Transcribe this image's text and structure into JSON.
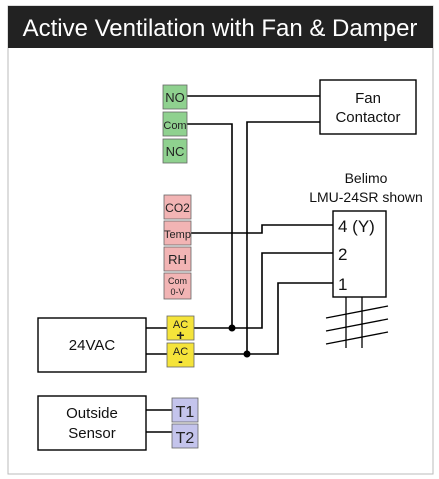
{
  "title": "Active Ventilation with Fan & Damper",
  "colors": {
    "title_bar": "#222222",
    "relay_green": "#8fd18f",
    "sensor_pink": "#f2b4b4",
    "power_yellow": "#f5e43a",
    "input_lavender": "#c4c4ec",
    "wire": "#000000"
  },
  "relay_terminals": [
    "NO",
    "Com",
    "NC"
  ],
  "sensor_terminals": [
    "CO2",
    "Temp",
    "RH",
    "Com",
    "0-V"
  ],
  "power_terminals": {
    "ac_pos_top": "AC",
    "ac_pos_sign": "+",
    "ac_neg_top": "AC",
    "ac_neg_sign": "-"
  },
  "input_terminals": [
    "T1",
    "T2"
  ],
  "fan_contactor": {
    "line1": "Fan",
    "line2": "Contactor"
  },
  "power_supply": {
    "label": "24VAC"
  },
  "outside_sensor": {
    "line1": "Outside",
    "line2": "Sensor"
  },
  "actuator": {
    "caption_line1": "Belimo",
    "caption_line2": "LMU-24SR shown",
    "pins": [
      "4 (Y)",
      "2",
      "1"
    ]
  }
}
